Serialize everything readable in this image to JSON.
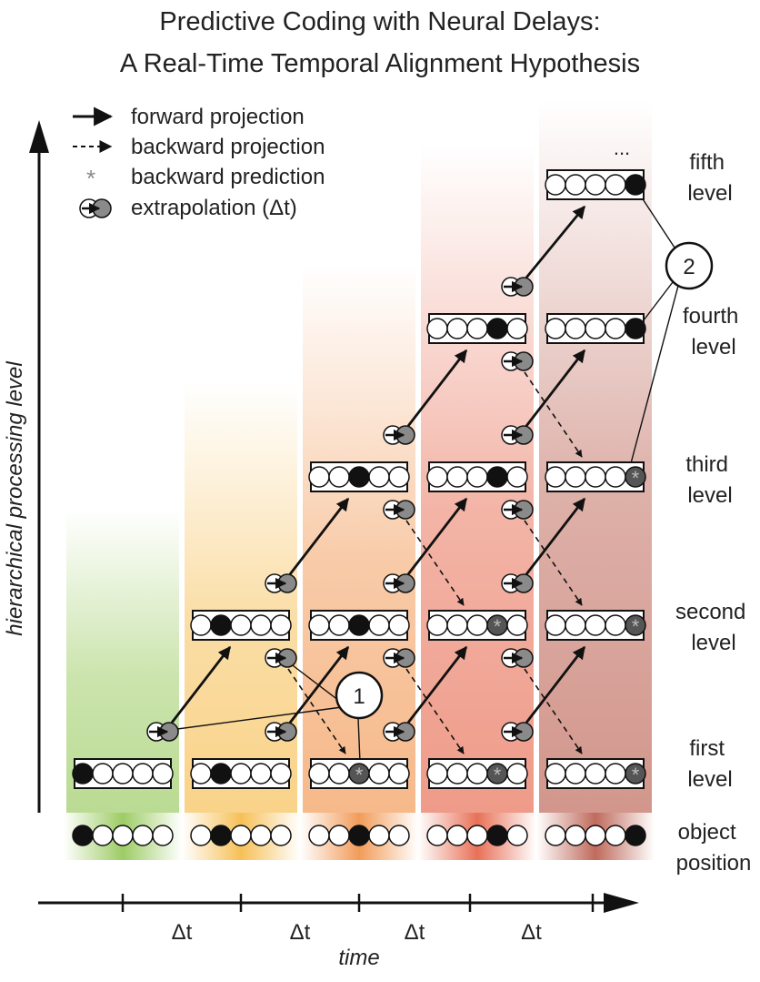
{
  "title": {
    "line1": "Predictive Coding with Neural Delays:",
    "line2": "A Real-Time Temporal Alignment Hypothesis"
  },
  "legend": [
    {
      "symbol": "solid-arrow",
      "label": "forward projection"
    },
    {
      "symbol": "dashed-arrow",
      "label": "backward projection"
    },
    {
      "symbol": "asterisk",
      "label": "backward prediction"
    },
    {
      "symbol": "extrapolation-pair",
      "label": "extrapolation (Δt)"
    }
  ],
  "axes": {
    "y_label": "hierarchical processing level",
    "x_label": "time",
    "delta_label": "Δt"
  },
  "levels": [
    {
      "line1": "fifth",
      "line2": "level"
    },
    {
      "line1": "fourth",
      "line2": "level"
    },
    {
      "line1": "third",
      "line2": "level"
    },
    {
      "line1": "second",
      "line2": "level"
    },
    {
      "line1": "first",
      "line2": "level"
    }
  ],
  "object_label": {
    "line1": "object",
    "line2": "position"
  },
  "ellipsis": "...",
  "callouts": {
    "one": "1",
    "two": "2"
  },
  "object_positions": [
    0,
    1,
    2,
    3,
    4
  ],
  "grid": [
    {
      "column": 0,
      "level": 1,
      "filled": 0,
      "predicted": null
    },
    {
      "column": 1,
      "level": 1,
      "filled": 1,
      "predicted": null
    },
    {
      "column": 2,
      "level": 1,
      "filled": null,
      "predicted": 2
    },
    {
      "column": 3,
      "level": 1,
      "filled": null,
      "predicted": 3
    },
    {
      "column": 4,
      "level": 1,
      "filled": null,
      "predicted": 4
    },
    {
      "column": 1,
      "level": 2,
      "filled": 1,
      "predicted": null
    },
    {
      "column": 2,
      "level": 2,
      "filled": 2,
      "predicted": null
    },
    {
      "column": 3,
      "level": 2,
      "filled": null,
      "predicted": 3
    },
    {
      "column": 4,
      "level": 2,
      "filled": null,
      "predicted": 4
    },
    {
      "column": 2,
      "level": 3,
      "filled": 2,
      "predicted": null
    },
    {
      "column": 3,
      "level": 3,
      "filled": 3,
      "predicted": null
    },
    {
      "column": 4,
      "level": 3,
      "filled": null,
      "predicted": 4
    },
    {
      "column": 3,
      "level": 4,
      "filled": 3,
      "predicted": null
    },
    {
      "column": 4,
      "level": 4,
      "filled": 4,
      "predicted": null
    },
    {
      "column": 4,
      "level": 5,
      "filled": 4,
      "predicted": null
    }
  ],
  "colors": {
    "green": "#8cc34a",
    "yellow": "#f5b53a",
    "orange": "#f08a3c",
    "red_orange": "#e4583a",
    "dark_red": "#b4503f",
    "gray_marker": "#8a8a8a",
    "ink": "#111111"
  }
}
